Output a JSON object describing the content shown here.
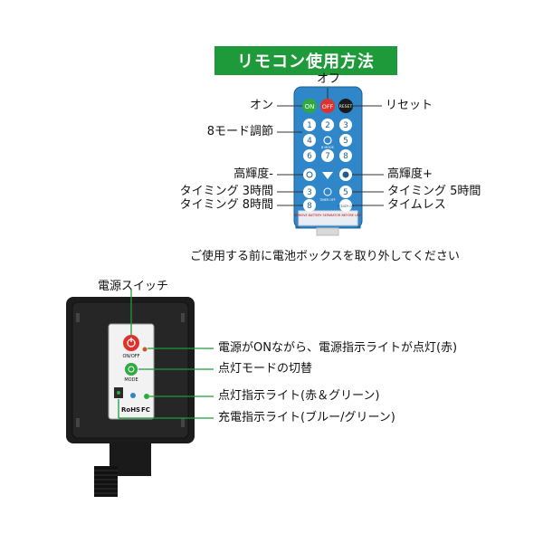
{
  "title": "リモコン使用方法",
  "remote": {
    "on_button": "ON",
    "off_button": "OFF",
    "reset_button": "RESET",
    "keys": [
      "1",
      "2",
      "3",
      "4",
      "5",
      "6",
      "7",
      "8"
    ],
    "timer_keys": [
      "3",
      "5",
      "8"
    ],
    "sub_labels": {
      "mode_center": "8 MODE",
      "timer_center": "TIMER OFF",
      "steady": "STEADY ON",
      "bottom_note": "REMOVE BATTERY SEPARATOR BEFORE USE"
    },
    "button_colors": {
      "on": "#2eaa3f",
      "off": "#e0322c",
      "reset": "#1a1a1a",
      "key": "#2f86c9",
      "body": "#2f86c9",
      "panel": "#e8eef3"
    }
  },
  "remote_labels": {
    "off": "オフ",
    "on": "オン",
    "reset": "リセット",
    "mode": "8モード調節",
    "bright_down": "高輝度-",
    "bright_up": "高輝度+",
    "timer3": "タイミング 3時間",
    "timer5": "タイミング 5時間",
    "timer8": "タイミング 8時間",
    "timeless": "タイムレス"
  },
  "note": "ご使用する前に電池ボックスを取り外してください",
  "box": {
    "power_switch_label": "電源スイッチ",
    "on_off_text": "ON/OFF",
    "mode_text": "MODE",
    "rohs_text": "RoHS",
    "fc_text": "FC",
    "labels": {
      "power_indicator": "電源がONながら、電源指示ライトが点灯(赤)",
      "mode_switch": "点灯モードの切替",
      "light_indicator": "点灯指示ライト(赤＆グリーン)",
      "charge_indicator": "充電指示ライト(ブルー/グリーン)"
    }
  }
}
